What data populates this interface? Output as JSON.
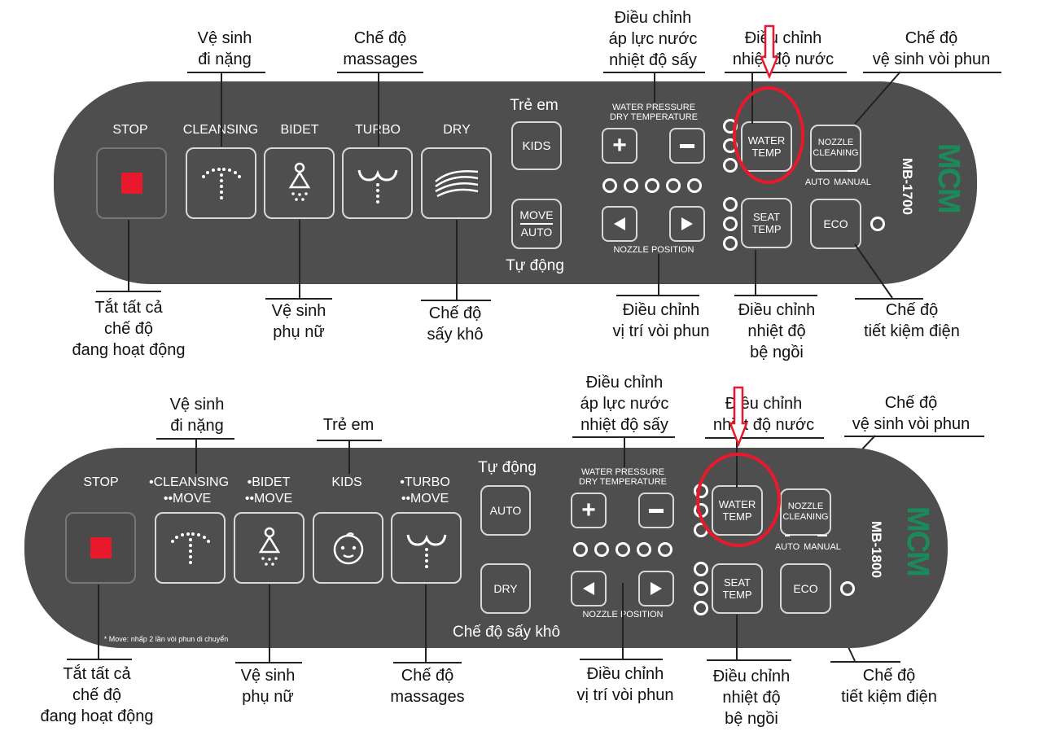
{
  "panel1": {
    "model": "MB-1700",
    "logo": "MCM",
    "labels": {
      "stop": "STOP",
      "cleansing": "CLEANSING",
      "bidet": "BIDET",
      "turbo": "TURBO",
      "dry": "DRY",
      "kids_top": "Trẻ em",
      "auto_bottom": "Tự động",
      "water_pressure": "WATER PRESSURE",
      "dry_temperature": "DRY TEMPERATURE",
      "nozzle_position": "NOZZLE POSITION",
      "auto": "AUTO",
      "manual": "MANUAL"
    },
    "buttons": {
      "kids": "KIDS",
      "move": "MOVE",
      "auto": "AUTO",
      "water_temp_1": "WATER",
      "water_temp_2": "TEMP",
      "seat_temp_1": "SEAT",
      "seat_temp_2": "TEMP",
      "nozzle_1": "NOZZLE",
      "nozzle_2": "CLEANING",
      "eco": "ECO"
    },
    "annotations": {
      "cleansing_1": "Vệ sinh",
      "cleansing_2": "đi nặng",
      "massages_1": "Chế độ",
      "massages_2": "massages",
      "pressure_1": "Điều chỉnh",
      "pressure_2": "áp lực nước",
      "pressure_3": "nhiệt độ sấy",
      "watertemp_1": "Điều chỉnh",
      "watertemp_2": "nhiệt độ nước",
      "nozzle_1": "Chế độ",
      "nozzle_2": "vệ sinh vòi phun",
      "stop_1": "Tắt tất cả",
      "stop_2": "chế độ",
      "stop_3": "đang hoạt động",
      "bidet_1": "Vệ sinh",
      "bidet_2": "phụ nữ",
      "dry_1": "Chế độ",
      "dry_2": "sấy khô",
      "position_1": "Điều chỉnh",
      "position_2": "vị trí vòi phun",
      "seat_1": "Điều chỉnh",
      "seat_2": "nhiệt độ",
      "seat_3": "bệ ngồi",
      "eco_1": "Chế độ",
      "eco_2": "tiết kiệm điện"
    }
  },
  "panel2": {
    "model": "MB-1800",
    "logo": "MCM",
    "labels": {
      "stop": "STOP",
      "cleansing": "•CLEANSING",
      "cleansing_move": "••MOVE",
      "bidet": "•BIDET",
      "bidet_move": "••MOVE",
      "kids": "KIDS",
      "turbo": "•TURBO",
      "turbo_move": "••MOVE",
      "auto_top": "Tự động",
      "dry_bottom": "Chế độ sấy khô",
      "water_pressure": "WATER PRESSURE",
      "dry_temperature": "DRY TEMPERATURE",
      "nozzle_position": "NOZZLE POSITION",
      "auto": "AUTO",
      "manual": "MANUAL",
      "footnote": "* Move: nhấp 2 lần vòi phun di chuyển"
    },
    "buttons": {
      "auto": "AUTO",
      "dry": "DRY",
      "water_temp_1": "WATER",
      "water_temp_2": "TEMP",
      "seat_temp_1": "SEAT",
      "seat_temp_2": "TEMP",
      "nozzle_1": "NOZZLE",
      "nozzle_2": "CLEANING",
      "eco": "ECO"
    },
    "annotations": {
      "cleansing_1": "Vệ sinh",
      "cleansing_2": "đi nặng",
      "kids": "Trẻ em",
      "pressure_1": "Điều chỉnh",
      "pressure_2": "áp lực nước",
      "pressure_3": "nhiệt độ sấy",
      "watertemp_1": "Điều chỉnh",
      "watertemp_2": "nhiệt độ nước",
      "nozzle_1": "Chế độ",
      "nozzle_2": "vệ sinh vòi phun",
      "stop_1": "Tắt tất cả",
      "stop_2": "chế độ",
      "stop_3": "đang hoạt động",
      "bidet_1": "Vệ sinh",
      "bidet_2": "phụ nữ",
      "massages_1": "Chế độ",
      "massages_2": "massages",
      "position_1": "Điều chỉnh",
      "position_2": "vị trí vòi phun",
      "seat_1": "Điều chỉnh",
      "seat_2": "nhiệt độ",
      "seat_3": "bệ ngồi",
      "eco_1": "Chế độ",
      "eco_2": "tiết kiệm điện"
    }
  },
  "colors": {
    "panel": "#4e4e4e",
    "highlight": "#e8192c",
    "logo": "#1b8a5a"
  }
}
